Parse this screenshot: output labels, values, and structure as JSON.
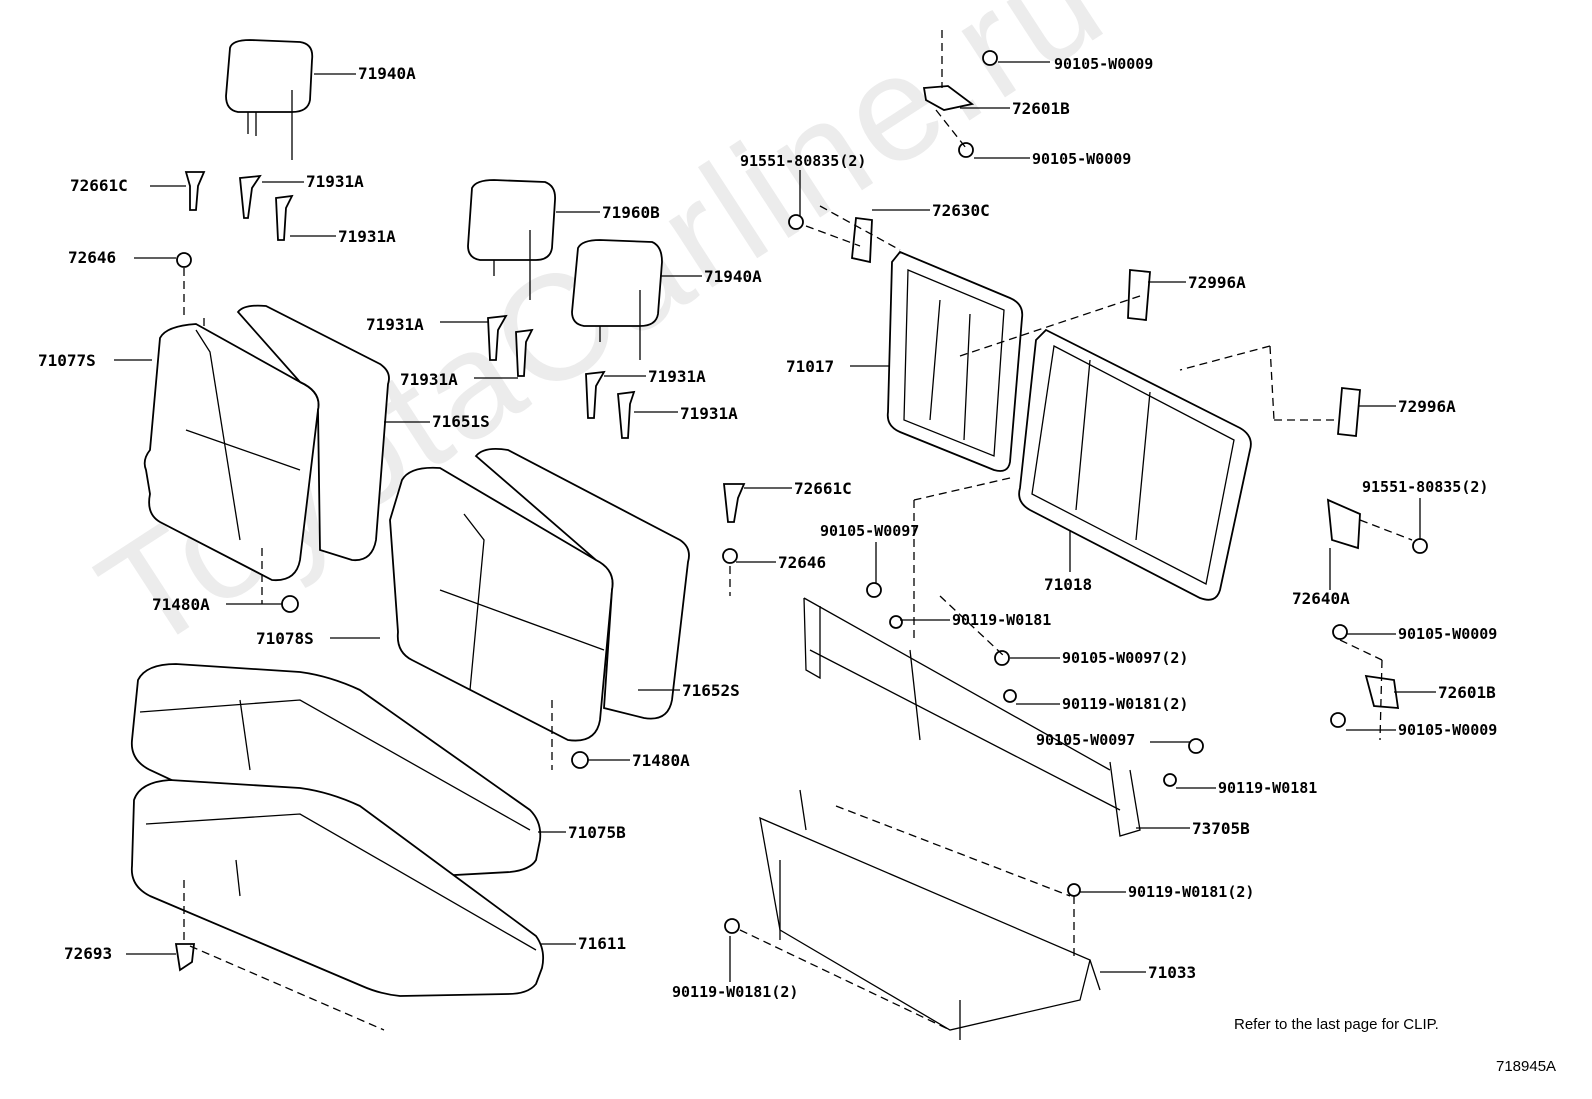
{
  "watermark": "ToyotaCarline.ru",
  "note": "Refer to the last page for CLIP.",
  "diagram_id": "718945A",
  "labels": [
    "71940A",
    "72661C",
    "71931A",
    "71931A",
    "72646",
    "71960B",
    "71940A",
    "71931A",
    "71931A",
    "71931A",
    "71931A",
    "71077S",
    "71651S",
    "72661C",
    "72646",
    "71480A",
    "71078S",
    "71652S",
    "71480A",
    "71075B",
    "72693",
    "71611",
    "90105-W0009",
    "72601B",
    "90105-W0009",
    "91551-80835(2)",
    "72630C",
    "72996A",
    "71017",
    "72996A",
    "91551-80835(2)",
    "90105-W0097",
    "71018",
    "72640A",
    "90119-W0181",
    "90105-W0097(2)",
    "90105-W0009",
    "90119-W0181(2)",
    "72601B",
    "90105-W0097",
    "90105-W0009",
    "90119-W0181",
    "73705B",
    "90119-W0181(2)",
    "90119-W0181(2)",
    "71033"
  ]
}
